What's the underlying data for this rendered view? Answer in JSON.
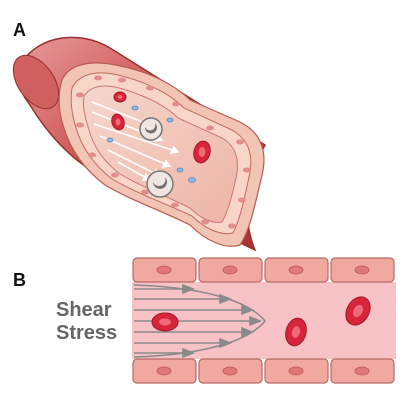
{
  "labels": {
    "panel_a": "A",
    "panel_b": "B",
    "shear_line1": "Shear",
    "shear_line2": "Stress"
  },
  "colors": {
    "vessel_outer": "#c84848",
    "vessel_light": "#e89a9a",
    "intima": "#f3c7b6",
    "endothelial_cell": "#f1a8a0",
    "nucleus": "#e07878",
    "lumen_b": "#f6c2c6",
    "rbc": "#d8253a",
    "arrow_gray": "#888888",
    "leukocyte": "#efe6e2",
    "platelet": "#8fb8e6"
  }
}
